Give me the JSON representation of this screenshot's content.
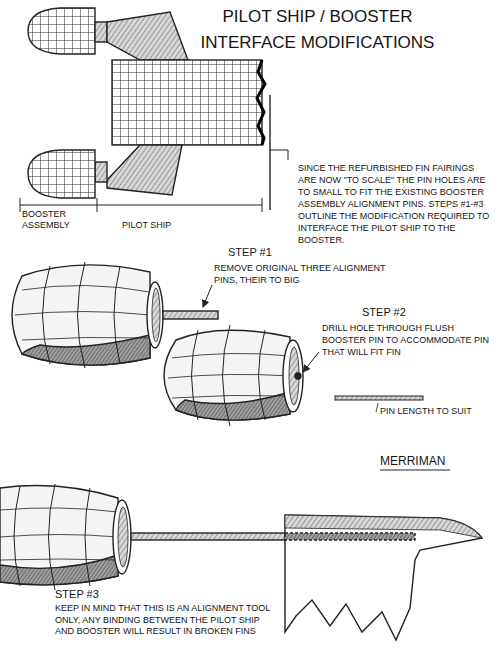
{
  "diagram": {
    "title": "PILOT SHIP / BOOSTER INTERFACE MODIFICATIONS",
    "labels": [
      "BOOSTER ASSEMBLY",
      "PILOT SHIP",
      "SINCE THE REFURBISHED FIN FAIRINGS ARE NOW \"TO SCALE\" THE PIN HOLES ARE TO SMALL TO FIT THE EXISTING BOOSTER ASSEMBLY ALIGNMENT PINS. STEPS #1-#3 OUTLINE THE MODIFICATION REQUIRED TO INTERFACE THE PILOT SHIP TO THE BOOSTER.",
      "STEP #1",
      "REMOVE ORIGINAL THREE ALIGNMENT PINS, THEIR TO BIG",
      "STEP #2",
      "DRILL HOLE THROUGH FLUSH BOOSTER PIN TO ACCOMMODATE PIN THAT WILL FIT FIN",
      "PIN LENGTH TO SUIT",
      "MERRIMAN",
      "STEP #3",
      "KEEP IN MIND THAT THIS IS AN ALIGNMENT TOOL ONLY, ANY BINDING BETWEEN THE PILOT SHIP AND BOOSTER WILL RESULT IN BROKEN FINS"
    ]
  }
}
